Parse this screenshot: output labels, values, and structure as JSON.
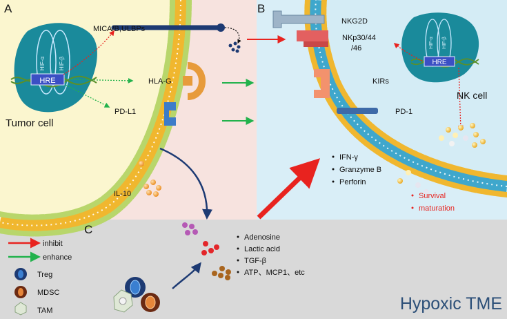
{
  "panels": {
    "a": "A",
    "b": "B",
    "c": "C"
  },
  "tumor": {
    "cell_label": "Tumor cell",
    "hif_alpha": "HIF-α",
    "hif_beta": "HIF-β",
    "hre": "HRE",
    "mica": "MICA/B,ULBPs",
    "hla": "HLA-G",
    "pdl1": "PD-L1",
    "il10": "IL-10"
  },
  "nk": {
    "cell_label": "NK cell",
    "hif_alpha": "HIF-α",
    "hif_beta": "HIF-β",
    "hre": "HRE",
    "nkg2d": "NKG2D",
    "nkp_line1": "NKp30/44",
    "nkp_line2": "/46",
    "kirs": "KIRs",
    "pd1": "PD-1",
    "secretions": [
      "IFN-γ",
      "Granzyme B",
      "Perforin"
    ],
    "effects": [
      "Survival",
      "maturation"
    ]
  },
  "tme": {
    "factors": [
      "Adenosine",
      "Lactic acid",
      "TGF-β",
      "ATP、MCP1、etc"
    ],
    "title": "Hypoxic TME"
  },
  "legend": {
    "inhibit": "inhibit",
    "enhance": "enhance",
    "treg": "Treg",
    "mdsc": "MDSC",
    "tam": "TAM"
  },
  "colors": {
    "tumor_bg": "#fbf6cf",
    "nk_bg": "#d9eef7",
    "tme_bg": "#d9d9d9",
    "membrane": "#f0b72f",
    "nk_membrane": "#3fa7cc",
    "inhibit": "#e8231f",
    "enhance": "#22b24c",
    "nucleus": "#1a8a9b",
    "hre": "#3b4fc4",
    "title": "#2c4f78"
  }
}
